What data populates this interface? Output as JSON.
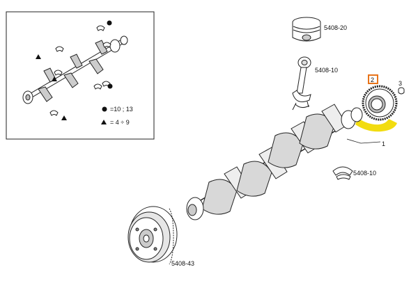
{
  "inset": {
    "legend": [
      {
        "symbol": "circle-bullet-icon",
        "text": "=10 ; 13"
      },
      {
        "symbol": "triangle-bullet-icon",
        "text": "= 4 ÷ 9"
      }
    ]
  },
  "parts": {
    "piston": "5408-20",
    "connecting_rod": "5408-10",
    "gear": "2",
    "key": "3",
    "crankshaft": "1",
    "bearing_shells": "5408-10",
    "pulley": "5408-43"
  },
  "colors": {
    "highlight_bracket": "#f2dc10",
    "gear_box_border": "#e8741a",
    "line_art": "#1a1a1a"
  }
}
